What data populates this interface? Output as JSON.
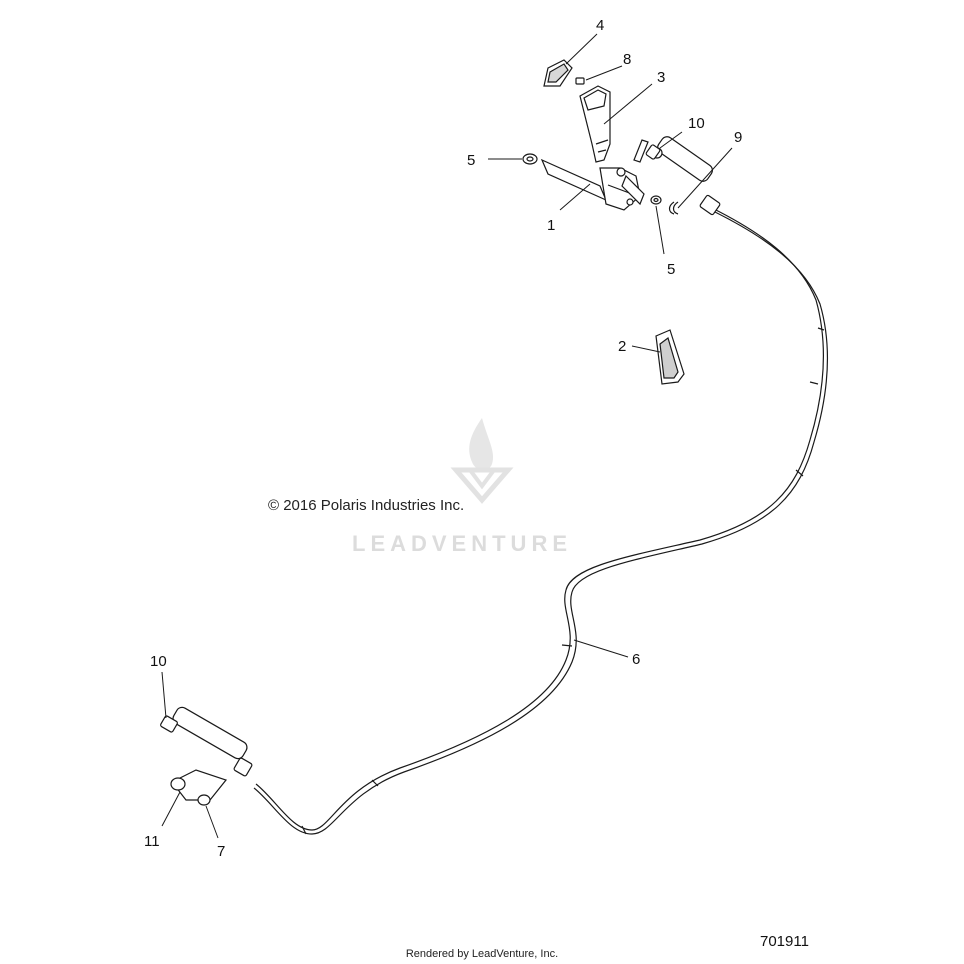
{
  "diagram": {
    "callouts": [
      {
        "id": "c4",
        "label": "4"
      },
      {
        "id": "c8",
        "label": "8"
      },
      {
        "id": "c3",
        "label": "3"
      },
      {
        "id": "c10a",
        "label": "10"
      },
      {
        "id": "c9",
        "label": "9"
      },
      {
        "id": "c5a",
        "label": "5"
      },
      {
        "id": "c1",
        "label": "1"
      },
      {
        "id": "c5b",
        "label": "5"
      },
      {
        "id": "c2",
        "label": "2"
      },
      {
        "id": "c6",
        "label": "6"
      },
      {
        "id": "c10b",
        "label": "10"
      },
      {
        "id": "c11",
        "label": "11"
      },
      {
        "id": "c7",
        "label": "7"
      }
    ],
    "copyright": "© 2016 Polaris Industries Inc.",
    "watermark": "LEADVENTURE",
    "drawing_number": "701911",
    "footer": "Rendered by LeadVenture, Inc."
  },
  "colors": {
    "line": "#1a1a1a",
    "watermark": "#dcdcdc"
  }
}
